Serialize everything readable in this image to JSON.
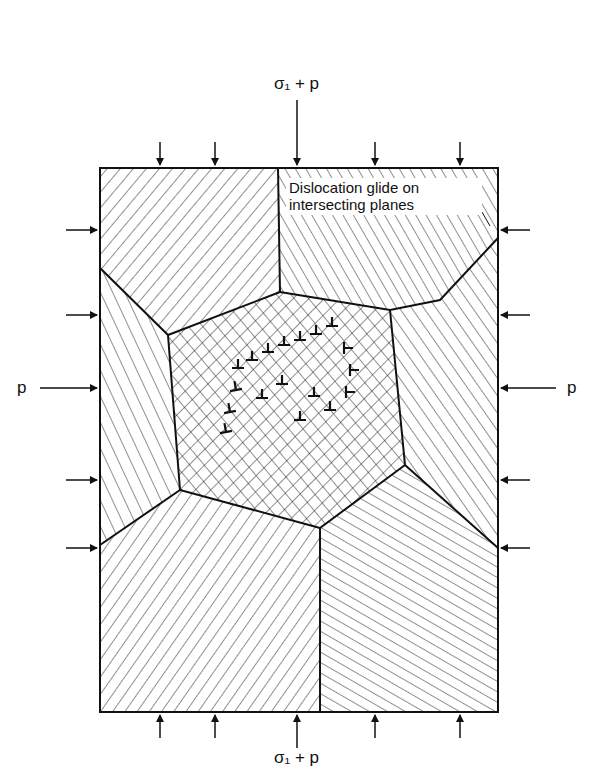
{
  "diagram": {
    "labels": [
      "σ₁ + p",
      "p",
      "p",
      "σ₁ + p",
      "Dislocation glide on intersecting planes"
    ]
  }
}
